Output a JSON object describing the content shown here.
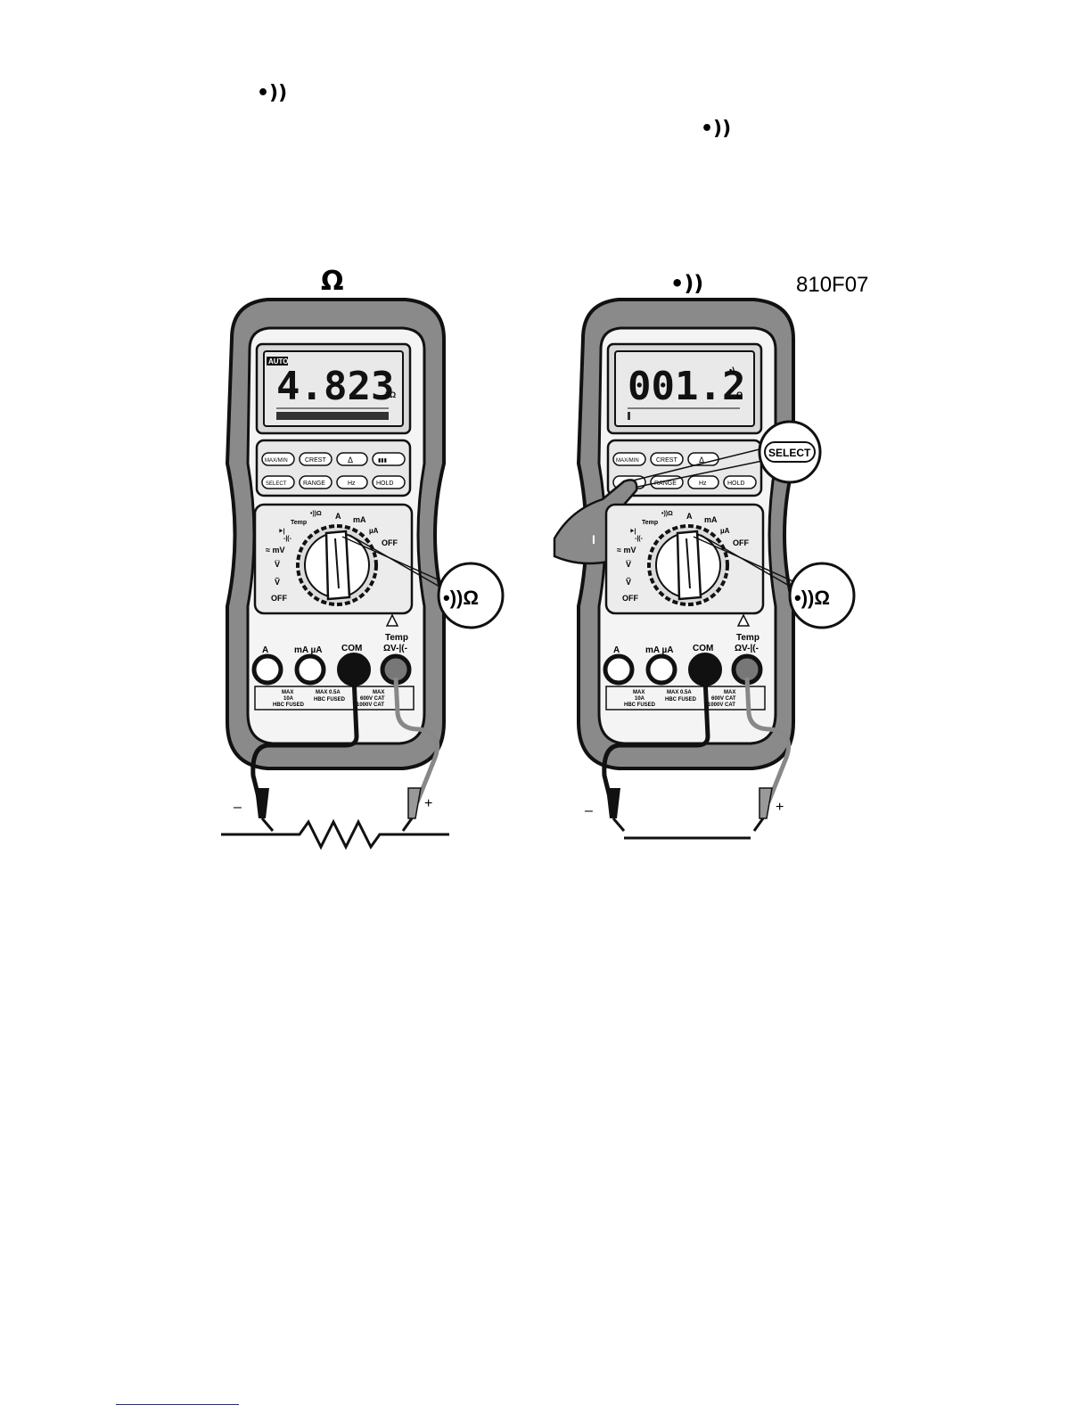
{
  "header": {
    "beep_icon_1": "•))",
    "beep_icon_2": "•))"
  },
  "figure": {
    "left_heading": "Ω",
    "right_heading": "•))",
    "figure_id": "810F07",
    "left_meter": {
      "lcd_mode": "AUTO",
      "reading": "4.823",
      "unit": "kΩ",
      "dial_callout": "•))Ω",
      "lead_minus": "–",
      "lead_plus": "+"
    },
    "right_meter": {
      "reading": "001.2",
      "unit": "Ω",
      "lcd_beep": "•)",
      "select_callout": "SELECT",
      "finger_label": "I",
      "dial_callout": "•))Ω",
      "lead_minus": "–",
      "lead_plus": "+"
    },
    "buttons": {
      "maxmin": "MAX/MIN",
      "crest": "CREST",
      "delta": "Δ",
      "bar": "▮▮▮",
      "select": "SELECT",
      "range": "RANGE",
      "hz": "Hz",
      "hold": "HOLD"
    },
    "dial": {
      "temp": "Temp",
      "beep_ohm": "•))Ω",
      "a": "A",
      "ma": "mA",
      "ua": "µA",
      "off_right": "OFF",
      "diode": "⯈|",
      "cap": "-|(-",
      "mv": "≈ mV",
      "vdc": "V̅",
      "vac": "Ṽ",
      "off_left": "OFF"
    },
    "jacks": {
      "a": "A",
      "ma_ua": "mA µA",
      "com": "COM",
      "temp": "Temp",
      "ohm_v_cap": "ΩV-|(-",
      "a_rating_1": "MAX",
      "a_rating_2": "10A",
      "a_rating_3": "HBC FUSED",
      "ma_rating_1": "MAX 0.5A",
      "ma_rating_2": "HBC FUSED",
      "v_rating_1": "MAX",
      "v_rating_2": "600V CAT",
      "v_rating_3": "1000V CAT"
    }
  }
}
